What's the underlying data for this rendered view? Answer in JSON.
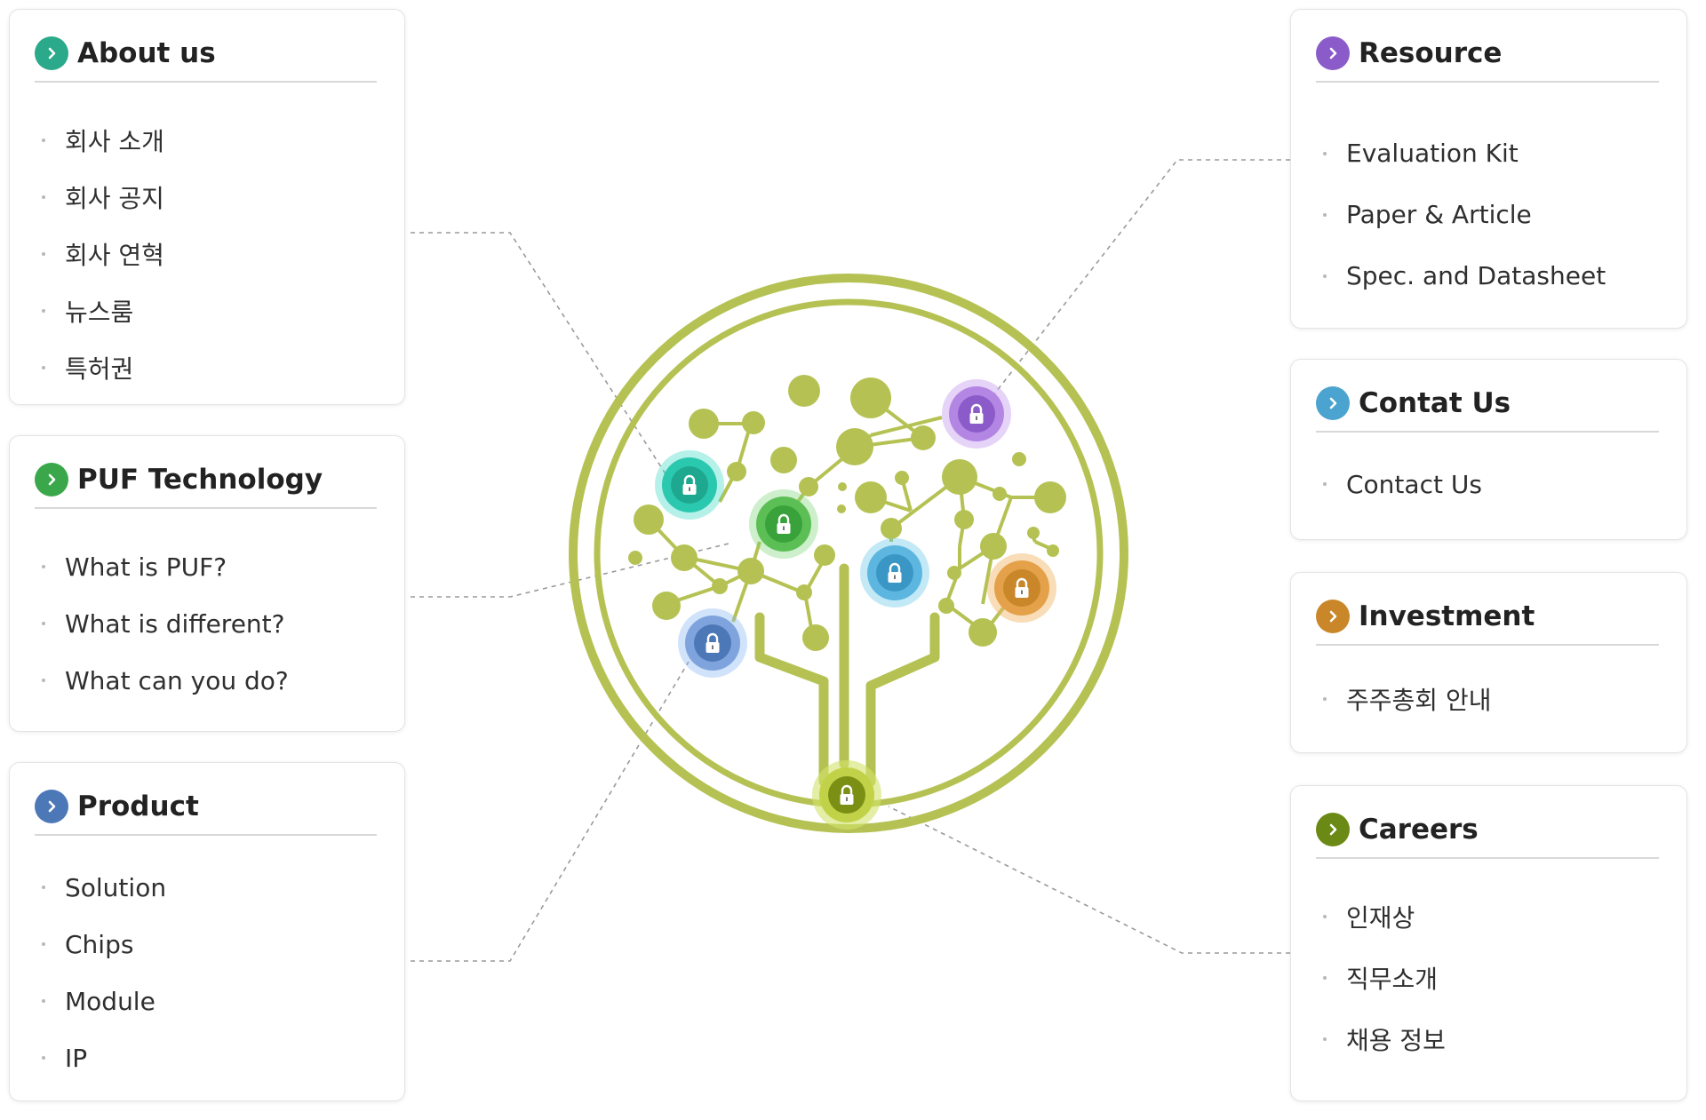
{
  "colors": {
    "tree": "#b5c253",
    "connector": "#9a9a9a",
    "about_us": "#2aaa8a",
    "puf_technology": "#3aa84a",
    "product": "#4d78b8",
    "resource": "#8b5cc9",
    "contact_us": "#4ba3cf",
    "investment": "#c9872a",
    "careers": "#6b8a15"
  },
  "icons": {
    "chevron": "chevron-right-icon",
    "lock": "lock-icon"
  },
  "sections": {
    "about_us": {
      "title": "About us",
      "items": [
        "회사 소개",
        "회사 공지",
        "회사 연혁",
        "뉴스룸",
        "특허권"
      ]
    },
    "puf_technology": {
      "title": "PUF Technology",
      "items": [
        "What is PUF?",
        "What is different?",
        "What can you do?"
      ]
    },
    "product": {
      "title": "Product",
      "items": [
        "Solution",
        "Chips",
        "Module",
        "IP"
      ]
    },
    "resource": {
      "title": "Resource",
      "items": [
        "Evaluation Kit",
        "Paper & Article",
        "Spec. and Datasheet"
      ]
    },
    "contact_us": {
      "title": "Contat Us",
      "items": [
        "Contact Us"
      ]
    },
    "investment": {
      "title": "Investment",
      "items": [
        "주주총회 안내"
      ]
    },
    "careers": {
      "title": "Careers",
      "items": [
        "인재상",
        "직무소개",
        "채용 정보"
      ]
    }
  }
}
